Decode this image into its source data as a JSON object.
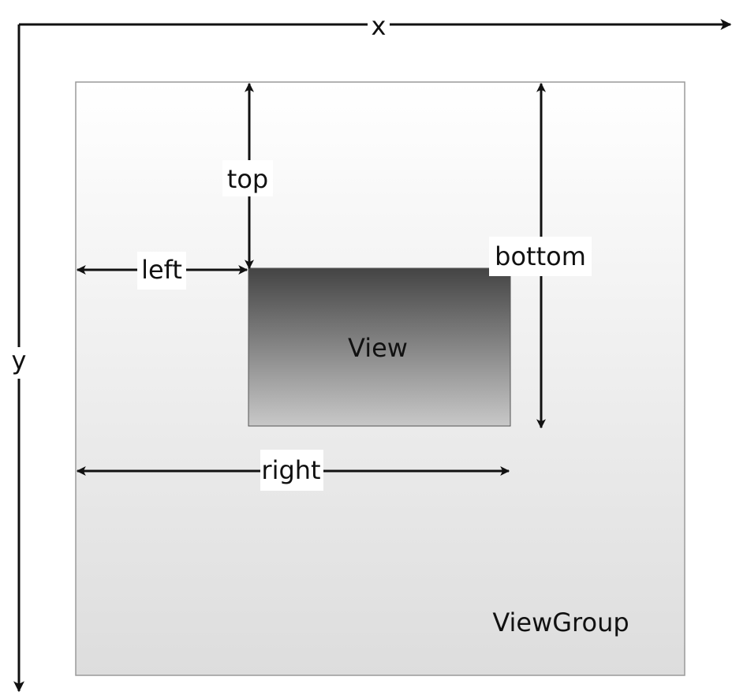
{
  "axes": {
    "x_label": "x",
    "y_label": "y"
  },
  "containers": {
    "viewgroup_label": "ViewGroup",
    "view_label": "View"
  },
  "dimensions": {
    "top": "top",
    "bottom": "bottom",
    "left": "left",
    "right": "right"
  },
  "colors": {
    "line": "#111111",
    "viewgroup_gradient_top": "#ffffff",
    "viewgroup_gradient_bottom": "#dddddd",
    "view_gradient_top": "#444444",
    "view_gradient_bottom": "#c8c8c8"
  }
}
